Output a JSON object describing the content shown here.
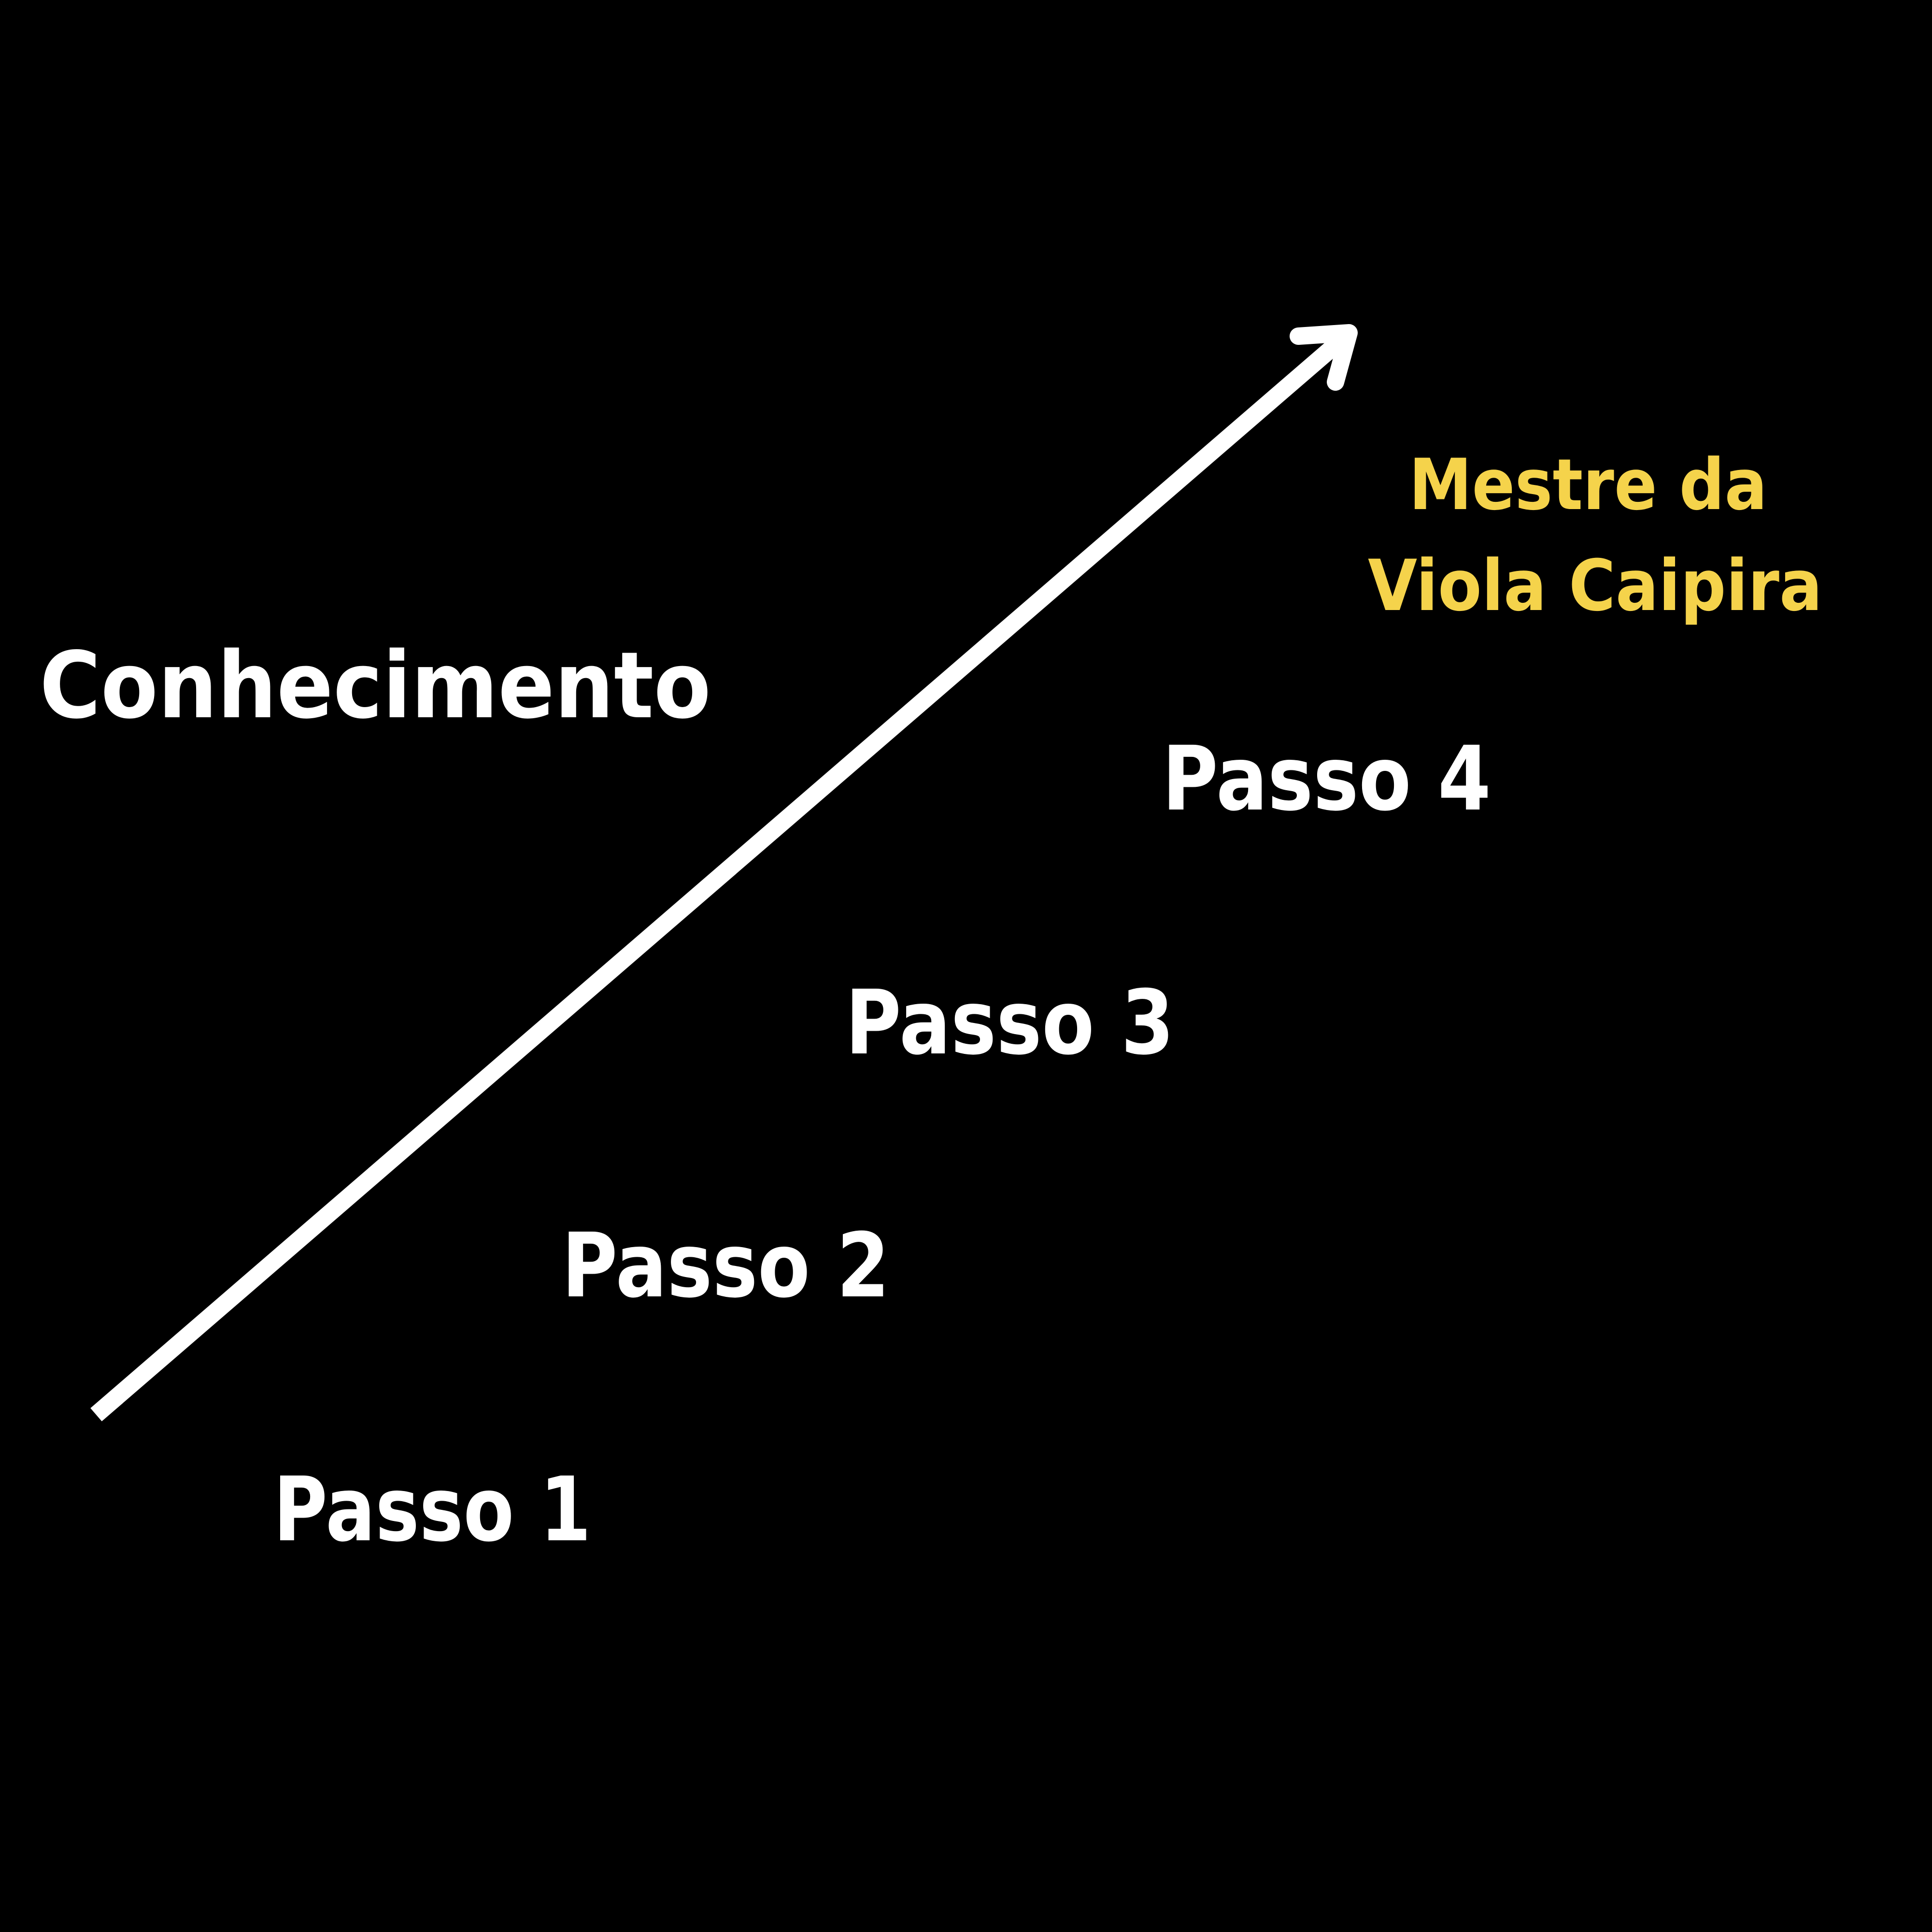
{
  "axis_label": "Conhecimento",
  "steps": [
    {
      "label": "Passo 1"
    },
    {
      "label": "Passo 2"
    },
    {
      "label": "Passo 3"
    },
    {
      "label": "Passo 4"
    }
  ],
  "goal": {
    "line1": "Mestre da",
    "line2": "Viola Caipira"
  },
  "colors": {
    "background": "#000000",
    "text": "#ffffff",
    "goal": "#F5D34B"
  }
}
